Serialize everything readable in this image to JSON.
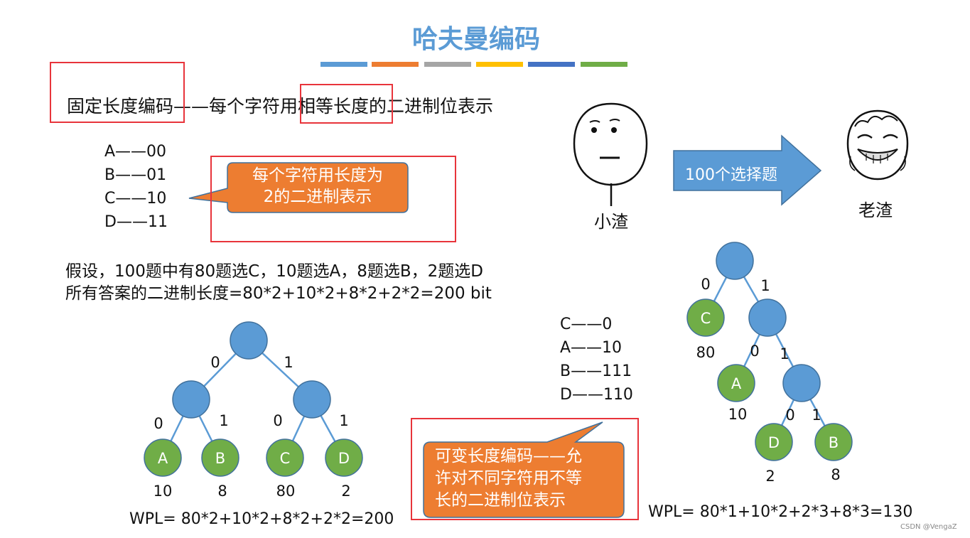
{
  "title": "哈夫曼编码",
  "color_bars": [
    "#5b9bd5",
    "#ed7d31",
    "#a5a5a5",
    "#ffc000",
    "#4472c4",
    "#70ad47"
  ],
  "fixed": {
    "heading": "固定长度编码——每个字符用相等长度的二进制位表示",
    "codes": [
      "A——00",
      "B——01",
      "C——10",
      "D——11"
    ],
    "callout": [
      "每个字符用长度为",
      "2的二进制表示"
    ],
    "assumption": [
      "假设，100题中有80题选C，10题选A，8题选B，2题选D",
      "所有答案的二进制长度=80*2+10*2+8*2+2*2=200 bit"
    ],
    "tree": {
      "edge_labels": [
        "0",
        "1",
        "0",
        "1",
        "0",
        "1"
      ],
      "leaves": [
        {
          "label": "A",
          "weight": "10"
        },
        {
          "label": "B",
          "weight": "8"
        },
        {
          "label": "C",
          "weight": "80"
        },
        {
          "label": "D",
          "weight": "2"
        }
      ]
    },
    "wpl": "WPL= 80*2+10*2+8*2+2*2=200"
  },
  "variable": {
    "codes": [
      "C——0",
      "A——10",
      "B——111",
      "D——110"
    ],
    "callout": [
      "可变长度编码——允",
      "许对不同字符用不等",
      "长的二进制位表示"
    ],
    "tree": {
      "edge_labels": [
        "0",
        "1",
        "0",
        "1",
        "0",
        "1"
      ],
      "leaves": [
        {
          "label": "C",
          "weight": "80"
        },
        {
          "label": "A",
          "weight": "10"
        },
        {
          "label": "D",
          "weight": "2"
        },
        {
          "label": "B",
          "weight": "8"
        }
      ]
    },
    "wpl": "WPL= 80*1+10*2+2*3+8*3=130"
  },
  "faces": {
    "left_label": "小渣",
    "arrow_text": "100个选择题",
    "right_label": "老渣"
  },
  "watermark": "CSDN @VengaZ",
  "colors": {
    "node_blue": "#5b9bd5",
    "leaf_green": "#70ad47",
    "edge": "#5b9bd5",
    "callout_orange": "#ed7d31",
    "red_box": "#e8343b"
  }
}
